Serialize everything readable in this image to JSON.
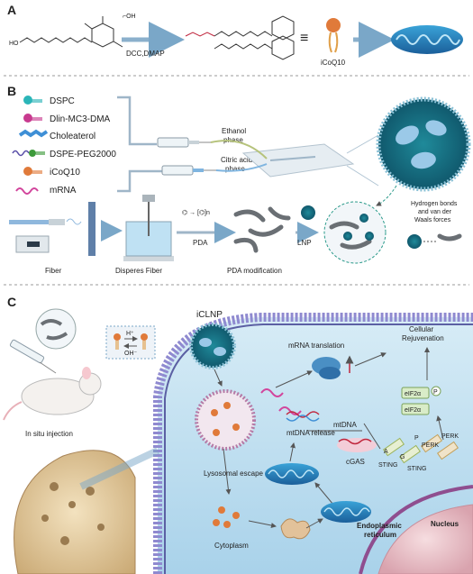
{
  "panel_a": {
    "label": "A",
    "reaction_conditions": "DCC,DMAP",
    "ho_label": "HO",
    "product_name": "iCoQ10"
  },
  "panel_b": {
    "label": "B",
    "components": [
      {
        "name": "DSPC",
        "color": "#2bb5b8"
      },
      {
        "name": "Dlin-MC3-DMA",
        "color": "#c83a8f"
      },
      {
        "name": "Choleaterol",
        "color": "#3e8fd6"
      },
      {
        "name": "DSPE-PEG2000",
        "color": "#5a4fa8"
      },
      {
        "name": "iCoQ10",
        "color": "#e07a3a"
      },
      {
        "name": "mRNA",
        "color": "#d2459c"
      }
    ],
    "ethanol_phase": [
      "Ethanol",
      "phase"
    ],
    "citric_phase": [
      "Citric acid",
      "phase"
    ],
    "steps": [
      "Fiber",
      "Disperes Fiber",
      "PDA modification"
    ],
    "pda": "PDA",
    "lnp": "LNP",
    "bonds_note": [
      "Hydrogen bonds",
      "and van der",
      "Waals forces"
    ]
  },
  "panel_c": {
    "label": "C",
    "iclnp": "iCLNP",
    "h_plus": "H⁺",
    "oh_minus": "OH⁻",
    "injection": "In situ injection",
    "mrna_translation": "mRNA translation",
    "cellular": [
      "Cellular",
      "Rejuvenation"
    ],
    "lysosomal": "Lysosomal escape",
    "mtdna_release": "mtDNA release",
    "mtdna": "mtDNA",
    "cgas": "cGAS",
    "sting1": "STING",
    "sting2": "STING",
    "perk1": "PERK",
    "perk2": "PERK",
    "eif1": "eIF2α",
    "eif2": "eIF2α",
    "p": "P",
    "a": "A",
    "g": "G",
    "cytoplasm": "Cytoplasm",
    "er": [
      "Endoplasmic",
      "reticulum"
    ],
    "nucleus": "Nucleus"
  }
}
